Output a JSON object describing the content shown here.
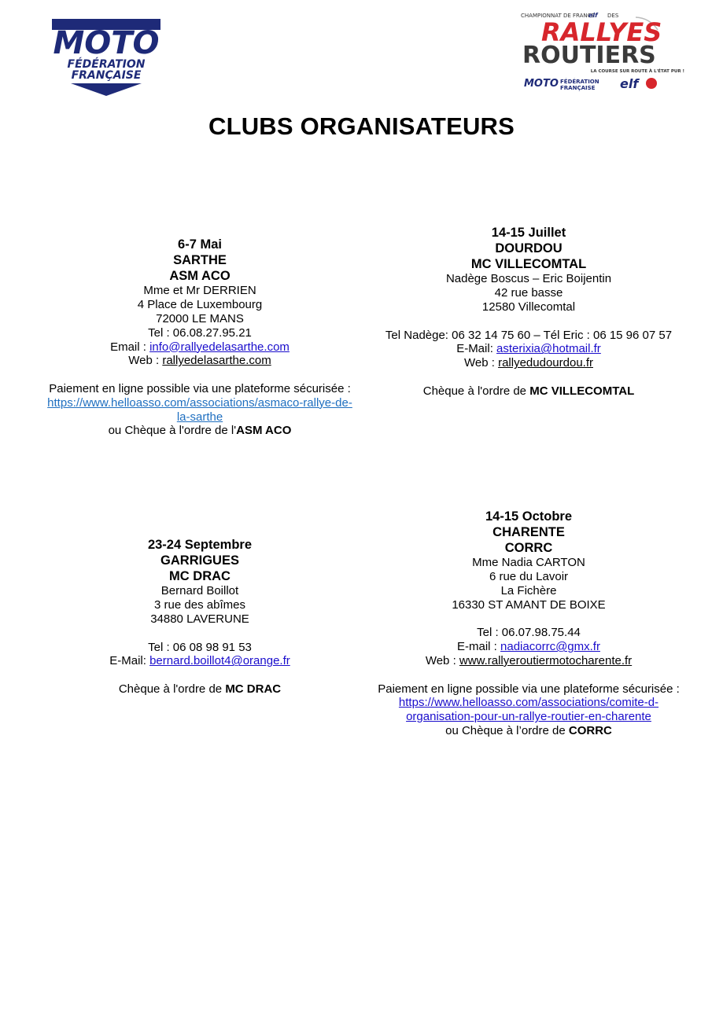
{
  "logos": {
    "moto_ffm": {
      "word": "MOTO",
      "line1": "FÉDÉRATION",
      "line2": "FRANÇAISE",
      "color": "#1e2a78"
    },
    "rallyes": {
      "top": "CHAMPIONNAT DE FRANCE",
      "top_brand": "elf",
      "top_suffix": "DES",
      "word1": "RALLYES",
      "word2": "ROUTIERS",
      "tagline": "LA COURSE SUR ROUTE À L'ÉTAT PUR !",
      "moto": "MOTO",
      "fed1": "FÉDÉRATION",
      "fed2": "FRANÇAISE",
      "elf": "elf",
      "red": "#d7262c",
      "grey": "#3a3a3a"
    }
  },
  "title": "CLUBS ORGANISATEURS",
  "clubs": [
    {
      "date": "6-7 Mai",
      "region": "SARTHE",
      "club": "ASM ACO",
      "contact": "Mme et Mr DERRIEN",
      "address1": "4 Place de Luxembourg",
      "address2": "72000 LE MANS",
      "tel": "Tel : 06.08.27.95.21",
      "email_label": "Email : ",
      "email": "info@rallyedelasarthe.com",
      "web_label": "Web : ",
      "web": "rallyedelasarthe.com",
      "pay_text": "Paiement en ligne possible via une plateforme sécurisée :",
      "pay_link1": "https://www.helloasso.com/associations/asmaco-rallye-de-",
      "pay_link2": "la-sarthe",
      "cheque_prefix": "ou Chèque à l'ordre de l'",
      "cheque_name": "ASM ACO"
    },
    {
      "date": "14-15 Juillet",
      "region": "DOURDOU",
      "club": "MC VILLECOMTAL",
      "contact": "Nadège Boscus – Eric Boijentin",
      "address1": "42 rue basse",
      "address2": "12580 Villecomtal",
      "tel": "Tel Nadège:  06 32 14 75 60 – Tél Eric : 06 15 96 07 57",
      "email_label": "E-Mail: ",
      "email": "asterixia@hotmail.fr",
      "web_label": "Web : ",
      "web": "rallyedudourdou.fr",
      "cheque_prefix": "Chèque à l'ordre de ",
      "cheque_name": "MC VILLECOMTAL"
    },
    {
      "date": "23-24 Septembre",
      "region": "GARRIGUES",
      "club": "MC DRAC",
      "contact": "Bernard Boillot",
      "address1": "3 rue des abîmes",
      "address2": "34880 LAVERUNE",
      "tel": "Tel :  06 08 98 91 53",
      "email_label": "E-Mail: ",
      "email": "bernard.boillot4@orange.fr",
      "cheque_prefix": "Chèque à l'ordre de ",
      "cheque_name": "MC DRAC"
    },
    {
      "date": "14-15 Octobre",
      "region": "CHARENTE",
      "club": "CORRC",
      "contact": "Mme Nadia CARTON",
      "address1": "6 rue du Lavoir",
      "address2": "La Fichère",
      "address3": "16330 ST AMANT DE BOIXE",
      "tel": "Tel : 06.07.98.75.44",
      "email_label": "E-mail : ",
      "email": "nadiacorrc@gmx.fr",
      "web_label": "Web : ",
      "web": "www.rallyeroutiermotocharente.fr",
      "pay_text": "Paiement en ligne possible via une plateforme sécurisée :",
      "pay_link1": "https://www.helloasso.com/associations/comite-d-",
      "pay_link2": "organisation-pour-un-rallye-routier-en-charente",
      "cheque_prefix": "ou Chèque à l’ordre de ",
      "cheque_name": "CORRC"
    }
  ]
}
